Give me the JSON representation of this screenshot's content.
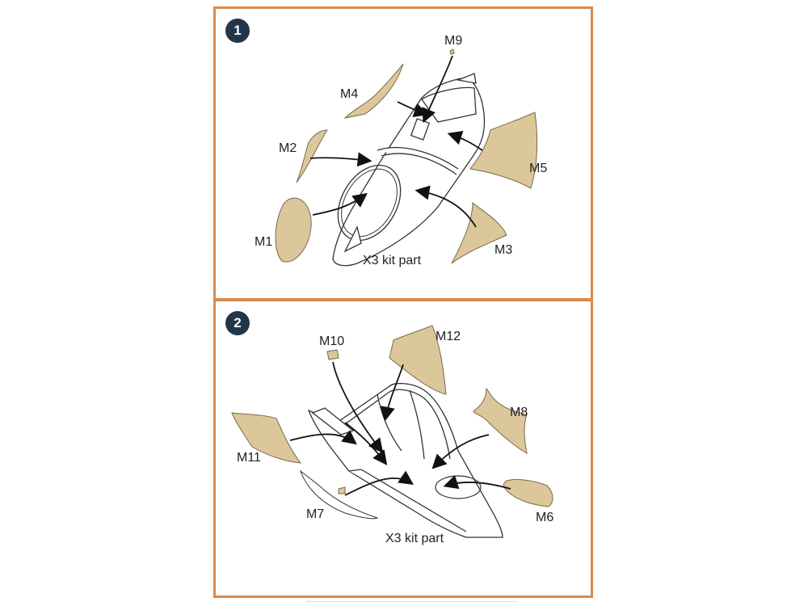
{
  "steps": [
    {
      "number": "1",
      "labels": {
        "m1": "M1",
        "m2": "M2",
        "m3": "M3",
        "m4": "M4",
        "m5": "M5",
        "m9": "M9",
        "kit_part": "X3 kit part"
      }
    },
    {
      "number": "2",
      "labels": {
        "m6": "M6",
        "m7": "M7",
        "m8": "M8",
        "m10": "M10",
        "m11": "M11",
        "m12": "M12",
        "kit_part": "X3 kit part"
      }
    }
  ],
  "colors": {
    "frame": "#d98a4a",
    "mask": "#dcc79b",
    "badge": "#22364a"
  }
}
